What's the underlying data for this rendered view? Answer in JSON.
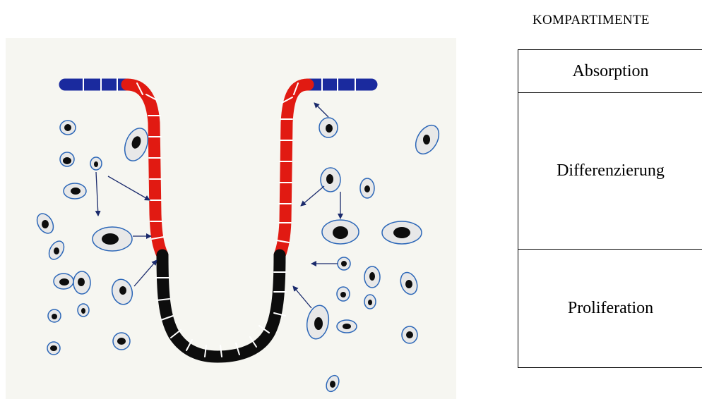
{
  "header": {
    "title": "KOMPARTIMENTE"
  },
  "compartments": [
    {
      "label": "Absorption"
    },
    {
      "label": "Differenzierung"
    },
    {
      "label": "Proliferation"
    }
  ],
  "colors": {
    "surface": "#1a2a9e",
    "differentiation": "#e11a12",
    "proliferation": "#0d0d0d",
    "cell_fill": "#e8e8e8",
    "cell_outline": "#2c67b8",
    "arrow": "#1a2a6c"
  }
}
